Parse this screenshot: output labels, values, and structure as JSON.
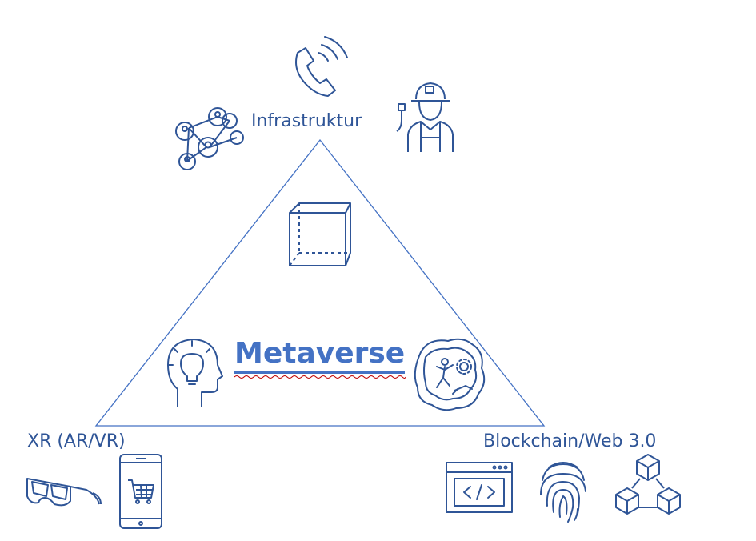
{
  "diagram": {
    "title": "Metaverse",
    "corners": {
      "top": "Infrastruktur",
      "left": "XR (AR/VR)",
      "right": "Blockchain/Web 3.0"
    },
    "icons": {
      "top": [
        "phone-ringing-icon",
        "social-network-icon",
        "engineer-icon"
      ],
      "center": [
        "cube-icon",
        "idea-head-icon",
        "avatar-world-icon"
      ],
      "left": [
        "3d-glasses-icon",
        "mobile-shopping-icon"
      ],
      "right": [
        "web-code-icon",
        "fingerprint-icon",
        "blockchain-icon"
      ]
    },
    "colors": {
      "icon_stroke": "#2f5597",
      "title": "#4472c4",
      "triangle": "#4472c4",
      "spellcheck": "#c00000"
    }
  }
}
